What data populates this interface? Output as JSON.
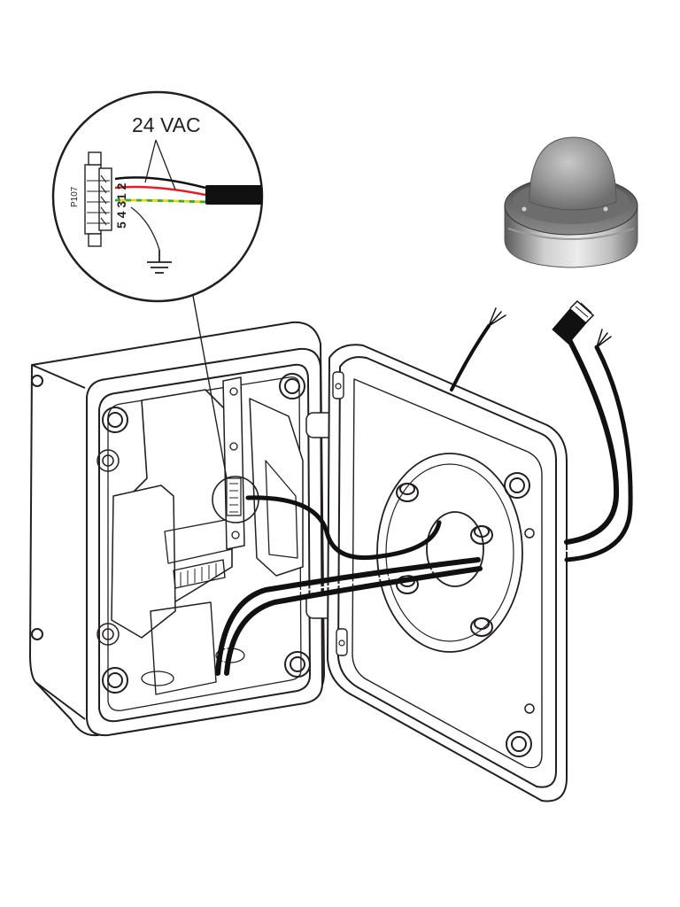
{
  "callout": {
    "voltage_label": "24 VAC",
    "connector_label": "P107",
    "pin_labels_top": "1 2",
    "pin_labels_bottom": "5 4 3"
  },
  "colors": {
    "line": "#231f20",
    "wire_black": "#111111",
    "wire_red": "#e31e24",
    "wire_ground_yellow": "#e6d800",
    "wire_ground_green": "#3aa935",
    "dome_gray": "#8c8c8c",
    "base_gray": "#b5b5b5"
  },
  "icons": [
    "ground-symbol-icon",
    "rj45-plug-icon"
  ]
}
